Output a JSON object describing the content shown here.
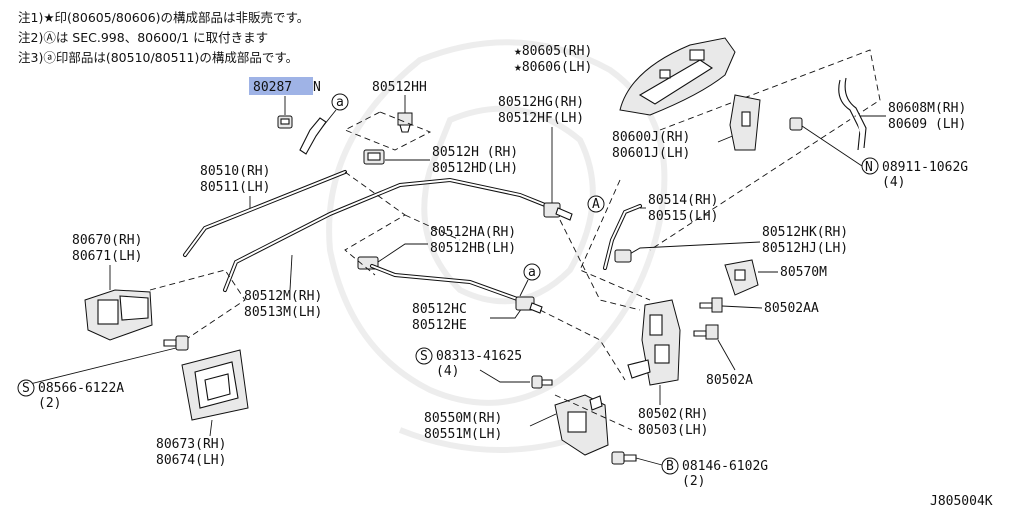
{
  "notes": {
    "note1": "注1)★印(80605/80606)の構成部品は非販売です。",
    "note2": "注2)Ⓐは SEC.998、80600/1 に取付きます",
    "note3": "注3)ⓐ印部品は(80510/80511)の構成部品です。"
  },
  "highlight": {
    "part_number": "80287",
    "suffix": "N",
    "color": "#9fb3e6"
  },
  "labels": {
    "p80605": "★80605(RH)",
    "p80606": "★80606(LH)",
    "p80608": "80608M(RH)",
    "p80609": "80609 (LH)",
    "p80600": "80600J(RH)",
    "p80601": "80601J(LH)",
    "p08911": "08911-1062G",
    "p08911_qty": "(4)",
    "p80512hh": "80512HH",
    "p80512hg": "80512HG(RH)",
    "p80512hf": "80512HF(LH)",
    "p80512h": "80512H (RH)",
    "p80512hd": "80512HD(LH)",
    "p80510": "80510(RH)",
    "p80511": "80511(LH)",
    "p80514": "80514(RH)",
    "p80515": "80515(LH)",
    "p80512hk": "80512HK(RH)",
    "p80512hj": "80512HJ(LH)",
    "p80512ha": "80512HA(RH)",
    "p80512hb": "80512HB(LH)",
    "p80670": "80670(RH)",
    "p80671": "80671(LH)",
    "p80570": "80570M",
    "p80502aa": "80502AA",
    "p80512m": "80512M(RH)",
    "p80513m": "80513M(LH)",
    "p80512hc": "80512HC",
    "p80512he": "80512HE",
    "p80502a": "80502A",
    "p08313": "08313-41625",
    "p08313_qty": "(4)",
    "p08566": "08566-6122A",
    "p08566_qty": "(2)",
    "p80550": "80550M(RH)",
    "p80551": "80551M(LH)",
    "p80502": "80502(RH)",
    "p80503": "80503(LH)",
    "p80673": "80673(RH)",
    "p80674": "80674(LH)",
    "p08146": "08146-6102G",
    "p08146_qty": "(2)",
    "prefix_n": "N",
    "prefix_s": "S",
    "prefix_b": "B",
    "ref_a_upper": "A",
    "ref_a_lower": "a"
  },
  "figure_code": "J805004K"
}
